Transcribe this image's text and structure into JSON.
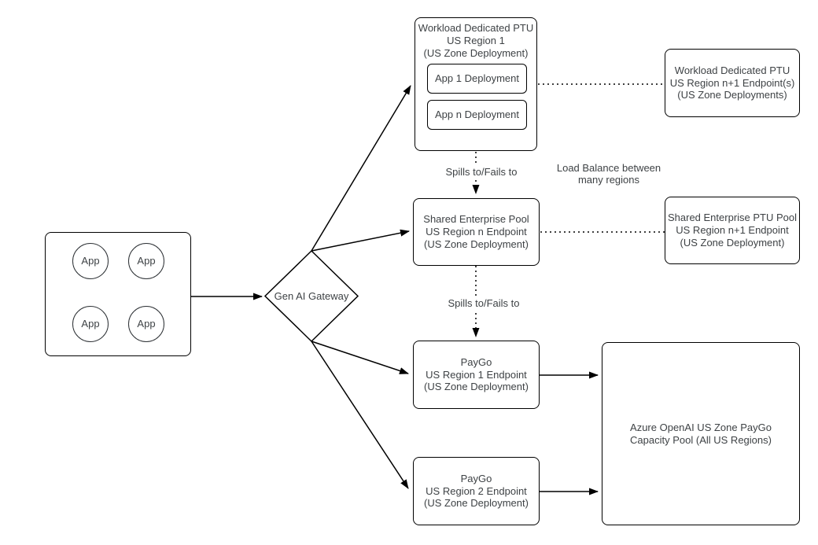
{
  "colors": {
    "stroke": "#000000",
    "text": "#3e4245",
    "background": "#ffffff"
  },
  "diagram": {
    "apps": [
      "App",
      "App",
      "App",
      "App"
    ],
    "gateway": "Gen AI Gateway",
    "workload_region1": {
      "title": "Workload Dedicated PTU\nUS Region 1\n(US Zone Deployment)",
      "deployments": [
        "App 1 Deployment",
        "App n Deployment"
      ]
    },
    "workload_n1": "Workload Dedicated PTU\nUS Region n+1 Endpoint(s)\n(US Zone Deployments)",
    "shared_pool": "Shared Enterprise Pool\nUS Region n Endpoint\n(US Zone Deployment)",
    "shared_pool_n1": "Shared Enterprise PTU Pool\nUS Region n+1 Endpoint\n(US Zone Deployment)",
    "paygo_region1": "PayGo\nUS Region 1 Endpoint\n(US Zone Deployment)",
    "paygo_region2": "PayGo\nUS Region 2 Endpoint\n(US Zone Deployment)",
    "azure_pool": "Azure OpenAI US Zone PayGo Capacity Pool (All US Regions)",
    "edge_labels": {
      "spills_1": "Spills to/Fails to",
      "spills_2": "Spills to/Fails to",
      "load_balance": "Load Balance between\nmany regions"
    }
  }
}
